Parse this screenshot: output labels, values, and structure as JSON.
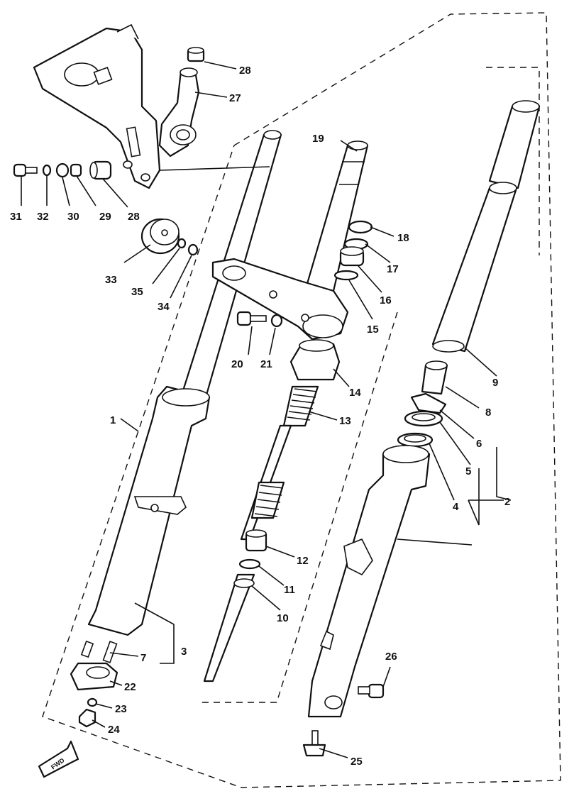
{
  "colors": {
    "ink": "#111111",
    "paper": "#ffffff"
  },
  "direction_badge": {
    "text": "FWD",
    "icon": "front-direction-arrow-icon"
  },
  "callouts": {
    "p1": "1",
    "p2": "2",
    "p3": "3",
    "p4": "4",
    "p5": "5",
    "p6": "6",
    "p7": "7",
    "p8": "8",
    "p9": "9",
    "p10": "10",
    "p11": "11",
    "p12": "12",
    "p13": "13",
    "p14": "14",
    "p15": "15",
    "p16": "16",
    "p17": "17",
    "p18": "18",
    "p19": "19",
    "p20": "20",
    "p21": "21",
    "p22": "22",
    "p23": "23",
    "p24": "24",
    "p25": "25",
    "p26": "26",
    "p27": "27",
    "p28a": "28",
    "p28b": "28",
    "p29": "29",
    "p30": "30",
    "p31": "31",
    "p32": "32",
    "p33": "33",
    "p34": "34",
    "p35": "35"
  }
}
